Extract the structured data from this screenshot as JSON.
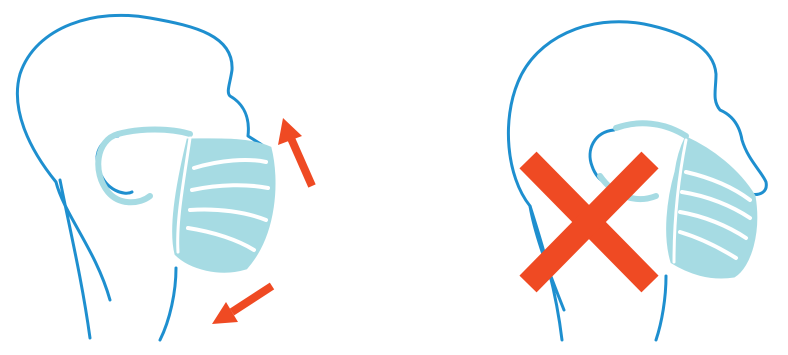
{
  "illustration": {
    "colors": {
      "outline": "#1e8fcf",
      "mask_fill": "#a6dbe3",
      "mask_stroke": "#a6dbe3",
      "mask_pleat": "#ffffff",
      "arrow": "#ef4a23",
      "cross": "#ef4a23",
      "background": "#ffffff"
    },
    "panels": [
      {
        "id": "left",
        "subject": "head-profile-mask-covering-mouth-and-chin",
        "icons": [
          "arrow-up-right-icon",
          "arrow-down-left-icon"
        ]
      },
      {
        "id": "right",
        "subject": "head-profile-mask-below-nose",
        "icons": [
          "red-cross-icon"
        ]
      }
    ]
  }
}
